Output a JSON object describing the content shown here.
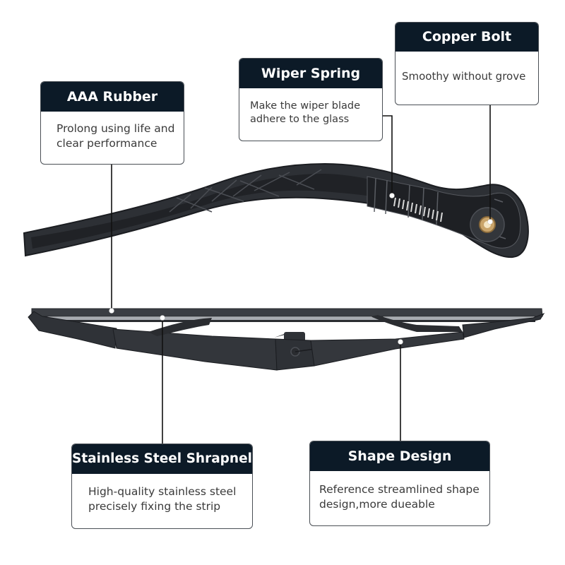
{
  "image": {
    "type": "product feature infographic",
    "subject": "rear wiper arm and wiper blade",
    "colors": {
      "background": "#ffffff",
      "callout_header": "#0c1a27",
      "callout_header_text": "#ffffff",
      "callout_border": "#4a4f55",
      "callout_body_text": "#3a3a3a",
      "leader_line": "#111111",
      "product_plastic": "#2b2e33",
      "copper_bolt": "#c9a46a"
    }
  },
  "callouts": {
    "rubber": {
      "title": "AAA Rubber",
      "line1": "Prolong using life and",
      "line2": "clear performance"
    },
    "spring": {
      "title": "Wiper Spring",
      "line1": "Make the wiper blade",
      "line2": "adhere to the glass"
    },
    "bolt": {
      "title": "Copper Bolt",
      "line1": "Smoothy without grove"
    },
    "steel": {
      "title": "Stainless Steel Shrapnel",
      "line1": "High-quality stainless steel",
      "line2": "precisely fixing the strip"
    },
    "shape": {
      "title": "Shape Design",
      "line1": "Reference streamlined shape",
      "line2": "design,more dueable"
    }
  }
}
